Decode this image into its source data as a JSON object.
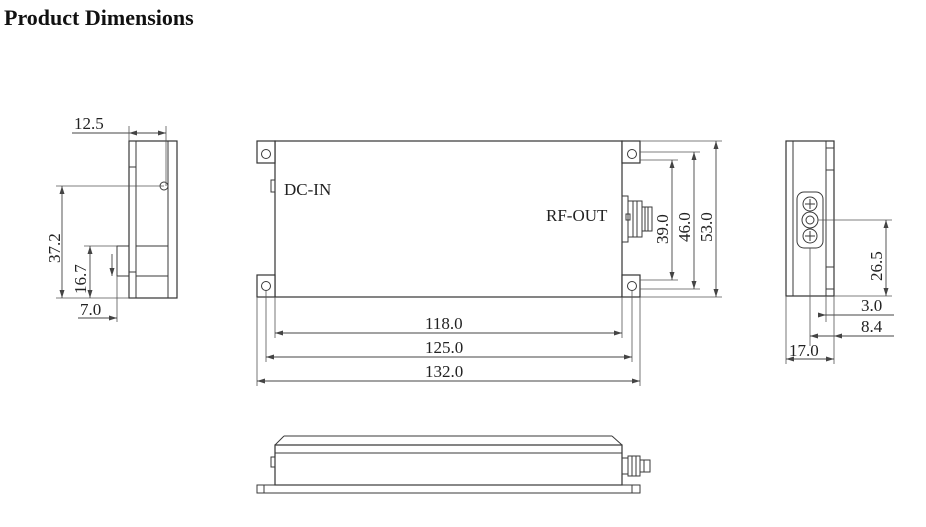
{
  "title": "Product Dimensions",
  "labels": {
    "dc_in": "DC-IN",
    "rf_out": "RF-OUT"
  },
  "dimensions": {
    "side_thickness": "12.5",
    "side_height_total": "37.2",
    "side_height_mid": "16.7",
    "side_base": "7.0",
    "length_inner": "118.0",
    "length_mid": "125.0",
    "length_outer": "132.0",
    "height_39": "39.0",
    "height_46": "46.0",
    "height_53": "53.0",
    "end_connector_height": "26.5",
    "end_offset_3": "3.0",
    "end_offset_8": "8.4",
    "end_width": "17.0"
  }
}
